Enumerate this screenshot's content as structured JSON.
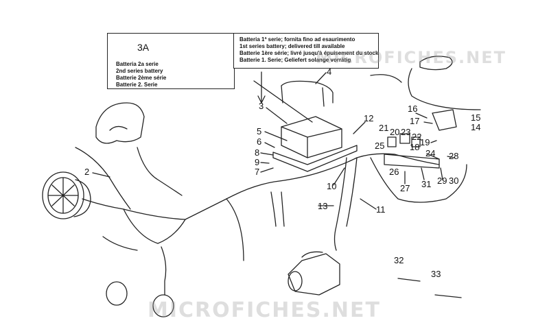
{
  "notes": {
    "battery_2nd": [
      "Batteria 2a serie",
      "2nd series battery",
      "Batterie 2ème série",
      "Batterie 2. Serie"
    ],
    "battery_1st": [
      "Batteria 1ª serie; fornita fino ad esaurimento",
      "1st series battery; delivered till available",
      "Batterie 1ère série; livré jusqu'à épuisement du stock",
      "Batterie 1. Serie; Geliefert solange vorrätig"
    ]
  },
  "watermark": "MICROFICHES.NET",
  "callouts": [
    "3A",
    "4",
    "3",
    "5",
    "6",
    "8",
    "9",
    "7",
    "2",
    "12",
    "10",
    "13",
    "11",
    "21",
    "20",
    "23",
    "22",
    "25",
    "26",
    "27",
    "31",
    "29",
    "30",
    "24",
    "28",
    "19",
    "18",
    "17",
    "16",
    "15",
    "14",
    "32",
    "33"
  ],
  "colors": {
    "ink": "#222222",
    "watermark": "#a0a0a0"
  }
}
